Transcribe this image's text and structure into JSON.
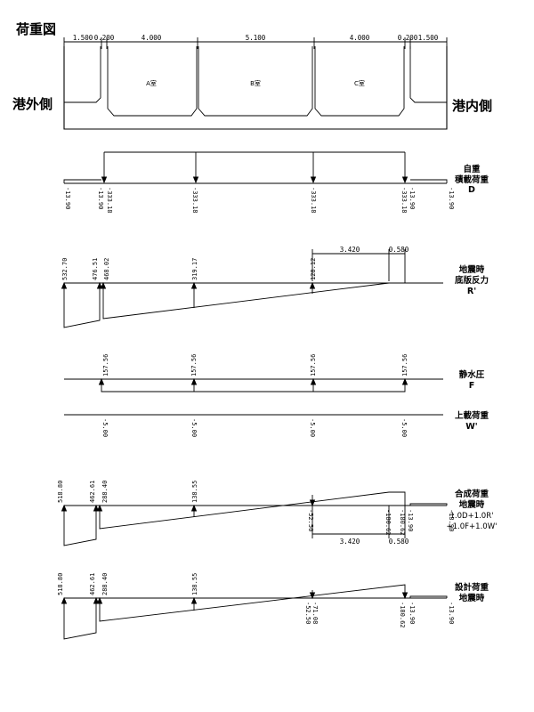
{
  "title": "荷重図",
  "side_left": "港外側",
  "side_right": "港内側",
  "dimensions": [
    "1.500",
    "0.200",
    "4.000",
    "5.100",
    "4.000",
    "0.200",
    "1.500"
  ],
  "rooms": [
    "A室",
    "B室",
    "C室"
  ],
  "rows": [
    {
      "key": "dead",
      "label": [
        "自重",
        "積載荷重",
        "D"
      ],
      "values": [
        "-13.90",
        "-13.90",
        "-333.18",
        "-333.18",
        "-333.18",
        "-333.18",
        "-13.90",
        "-13.90"
      ]
    },
    {
      "key": "seismic",
      "label": [
        "地震時",
        "底版反力",
        "R'"
      ],
      "values": [
        "532.70",
        "476.51",
        "468.02",
        "319.17",
        "128.12"
      ],
      "dims": [
        "3.420",
        "0.580"
      ]
    },
    {
      "key": "hydro",
      "label": [
        "静水圧",
        "F"
      ],
      "values": [
        "157.56",
        "157.56",
        "157.56",
        "157.56"
      ]
    },
    {
      "key": "surcharge",
      "label": [
        "上載荷重",
        "W'"
      ],
      "values": [
        "-5.00",
        "-5.00",
        "-5.00",
        "-5.00"
      ]
    },
    {
      "key": "combined",
      "label": [
        "合成荷重",
        "地震時",
        "1.0D+1.0R'",
        "+1.0F+1.0W'"
      ],
      "values": [
        "518.80",
        "462.61",
        "288.40",
        "138.55",
        "-52.50",
        "-180.62",
        "-180.62",
        "-13.90",
        "-13.90"
      ],
      "dims": [
        "3.420",
        "0.580"
      ]
    },
    {
      "key": "design",
      "label": [
        "設計荷重",
        "地震時"
      ],
      "values": [
        "518.80",
        "462.61",
        "288.40",
        "138.55",
        "-52.50",
        "-71.08",
        "-180.62",
        "-13.90",
        "-13.90"
      ]
    }
  ]
}
